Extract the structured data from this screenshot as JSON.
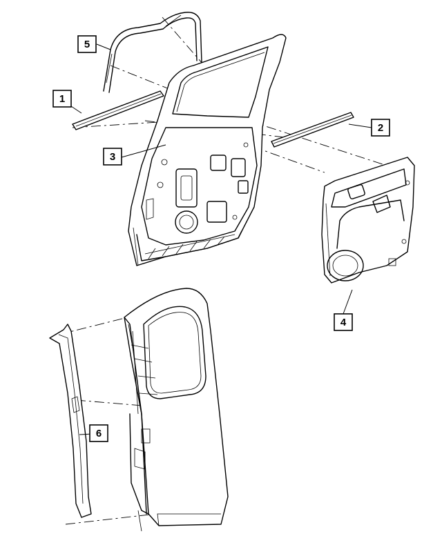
{
  "callouts": [
    {
      "id": "1",
      "label": "1"
    },
    {
      "id": "2",
      "label": "2"
    },
    {
      "id": "3",
      "label": "3"
    },
    {
      "id": "4",
      "label": "4"
    },
    {
      "id": "5",
      "label": "5"
    },
    {
      "id": "6",
      "label": "6"
    }
  ],
  "icons": {
    "door_shell": "rear-door-shell-icon",
    "door_trim": "door-trim-panel-icon",
    "cab_body": "cab-side-body-icon",
    "weatherstrip_outer": "belt-weatherstrip-outer-icon",
    "weatherstrip_inner": "belt-weatherstrip-inner-icon",
    "glass_run": "glass-run-channel-icon",
    "door_frame_seal": "door-frame-seal-icon",
    "pillar_seal": "pillar-seal-icon"
  }
}
